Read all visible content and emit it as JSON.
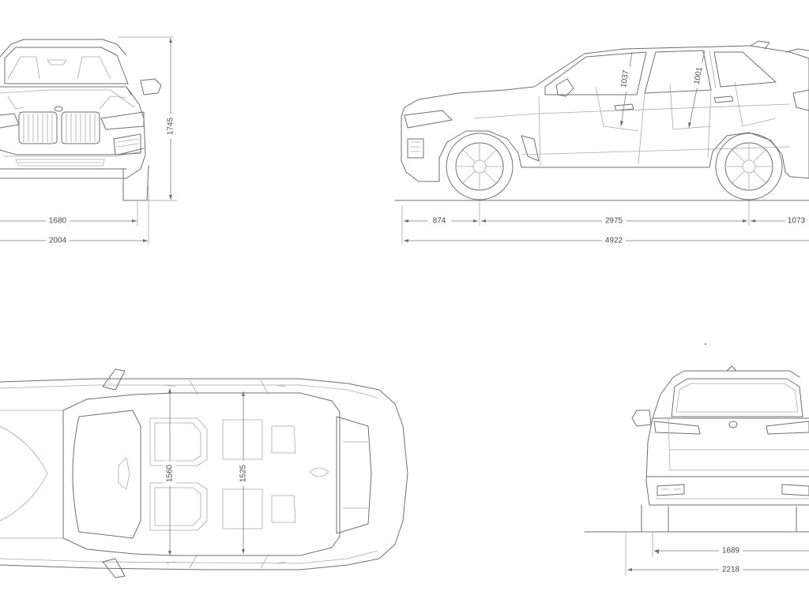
{
  "front_view": {
    "dims": {
      "height": "1745",
      "track": "1680",
      "width_mirrors": "2004"
    }
  },
  "side_view": {
    "dims": {
      "headroom_front": "1037",
      "headroom_rear": "1001",
      "front_overhang": "874",
      "wheelbase": "2975",
      "rear_overhang": "1073",
      "length": "4922"
    }
  },
  "top_view": {
    "dims": {
      "shoulder_front": "1560",
      "shoulder_rear": "1525"
    }
  },
  "rear_view": {
    "dims": {
      "track_rear": "1689",
      "width_mirrors_folded": "2218"
    }
  },
  "colors": {
    "line": "#6f6f6f",
    "text": "#4a4a4a",
    "background": "#ffffff"
  }
}
